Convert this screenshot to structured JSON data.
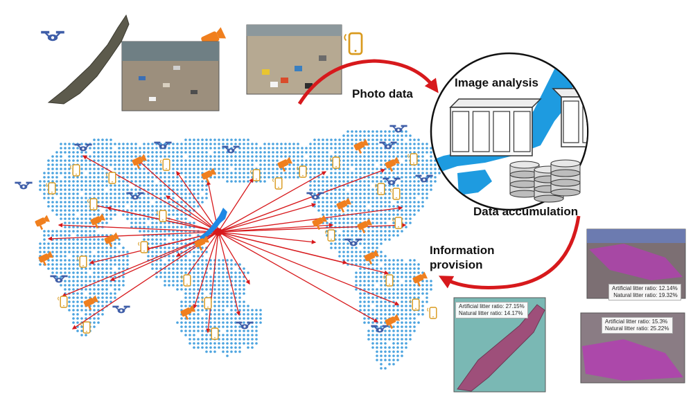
{
  "labels": {
    "photo_data": "Photo data",
    "image_analysis": "Image analysis",
    "data_accumulation": "Data accumulation",
    "information_provision": [
      "Information",
      "provision"
    ]
  },
  "results": [
    {
      "artificial": "Artificial litter ratio: 12.14%",
      "natural": "Natural litter ratio: 19.32%"
    },
    {
      "artificial": "Artificial litter ratio: 27.15%",
      "natural": "Natural litter ratio: 14.17%"
    },
    {
      "artificial": "Artificial litter ratio: 15.3%",
      "natural": "Natural litter ratio: 25.22%"
    }
  ],
  "colors": {
    "map_dots": "#4aa3df",
    "japan": "#1e88e5",
    "arrows": "#d7191c",
    "drone": "#3f5ea8",
    "camera": "#f07f1e",
    "phone": "#d99a1e",
    "server_water": "#1e9be0",
    "litter_overlay": "#b23fb0"
  },
  "icons": [
    "drone-icon",
    "camera-icon",
    "smartphone-icon",
    "server-icon",
    "database-icon"
  ]
}
